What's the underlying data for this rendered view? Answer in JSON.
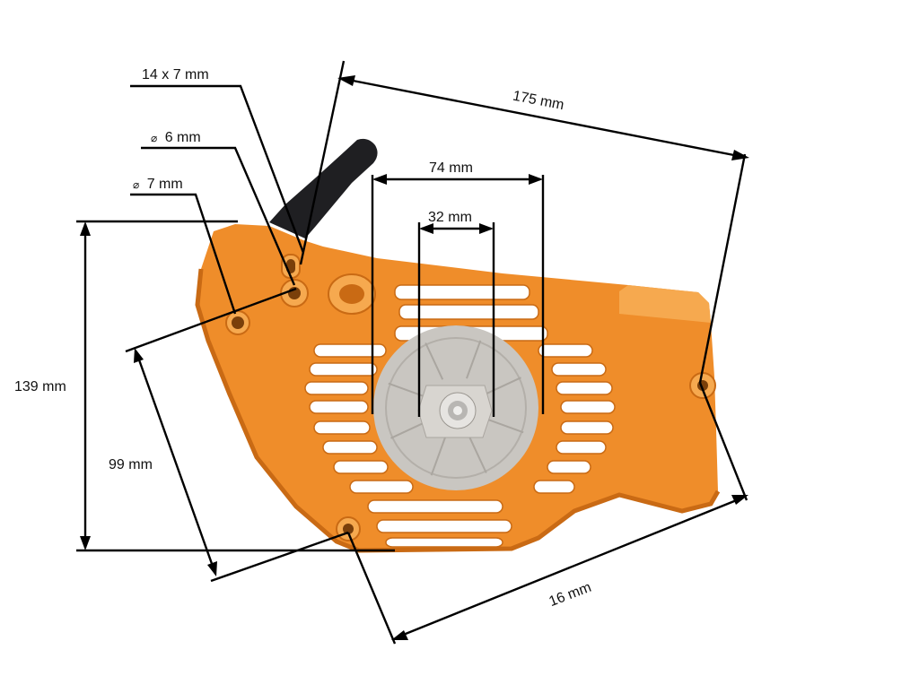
{
  "colors": {
    "housing": "#ef8d2a",
    "housing_light": "#f6a94f",
    "housing_shadow": "#c96a14",
    "pulley": "#c9c6c1",
    "handle": "#1f1f22",
    "line": "#000000",
    "text": "#111111"
  },
  "labels": {
    "slot": "14 x 7 mm",
    "hole_small": "6 mm",
    "hole_large": "7 mm",
    "length_top": "175 mm",
    "span_outer": "74 mm",
    "span_inner": "32 mm",
    "height_left": "139 mm",
    "diag_left": "99 mm",
    "length_bottom": "16 mm"
  },
  "symbols": {
    "diameter": "⌀"
  },
  "parts": {
    "housing": "starter-housing",
    "pulley": "rope-pulley",
    "handle": "pull-handle"
  }
}
